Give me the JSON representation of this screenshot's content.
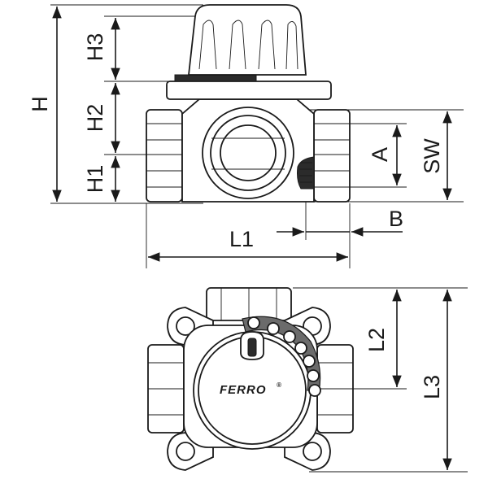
{
  "dimensions": {
    "H": "H",
    "H1": "H1",
    "H2": "H2",
    "H3": "H3",
    "A": "A",
    "SW": "SW",
    "B": "B",
    "L1": "L1",
    "L2": "L2",
    "L3": "L3"
  },
  "brand": {
    "name": "FERRO",
    "mark": "®"
  },
  "colors": {
    "ink": "#1a1a1a",
    "handle_dots": "#6b6b6b"
  }
}
